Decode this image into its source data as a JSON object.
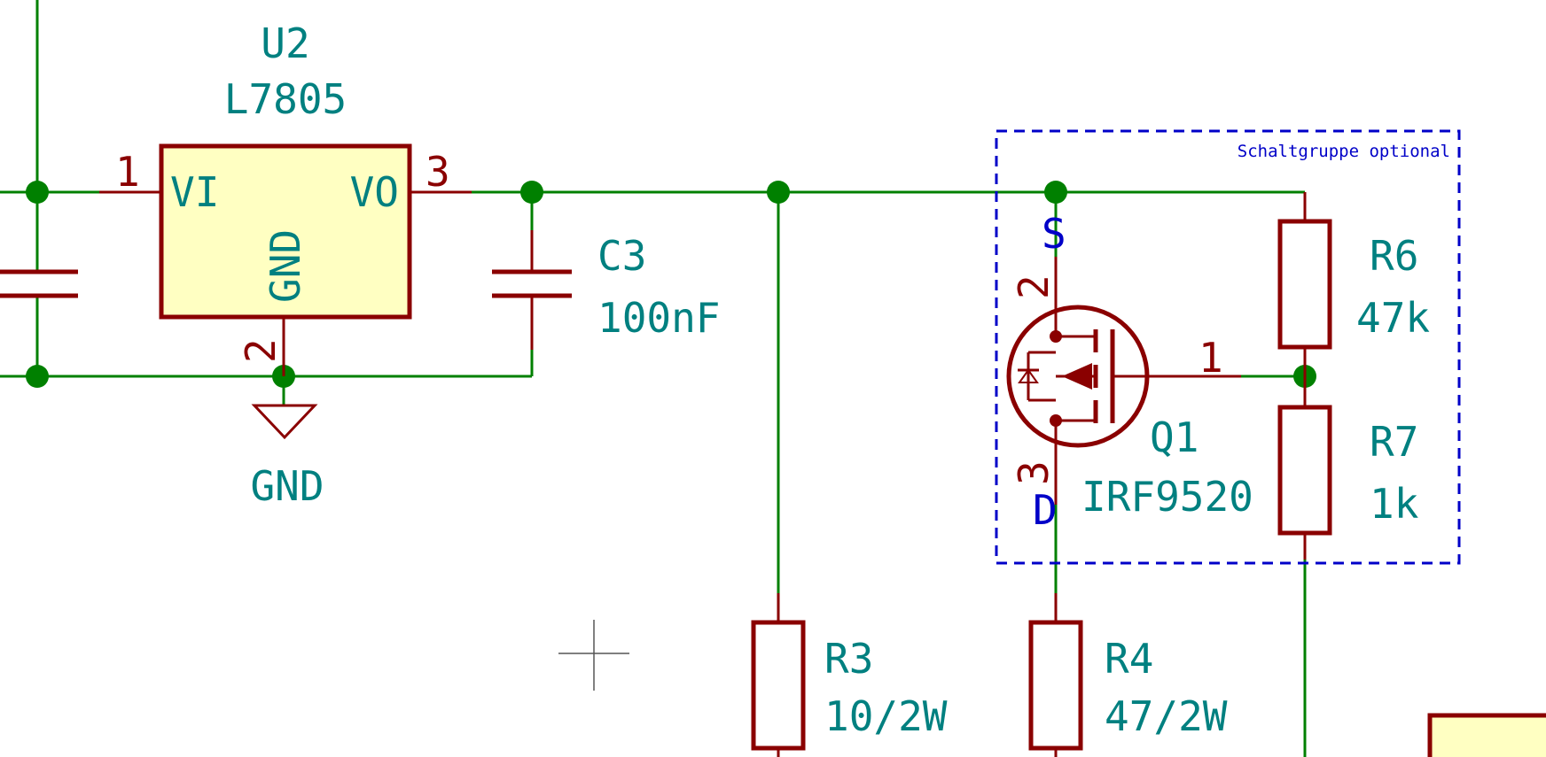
{
  "schematic": {
    "group": {
      "label": "Schaltgruppe optional"
    },
    "components": {
      "u2": {
        "ref": "U2",
        "value": "L7805",
        "pin_vi": "VI",
        "pin_vo": "VO",
        "pin_gnd": "GND",
        "pin1": "1",
        "pin2": "2",
        "pin3": "3"
      },
      "gnd": {
        "label": "GND"
      },
      "c3": {
        "ref": "C3",
        "value": "100nF"
      },
      "q1": {
        "ref": "Q1",
        "value": "IRF9520",
        "pin_s": "S",
        "pin_d": "D",
        "pin1": "1",
        "pin2": "2",
        "pin3": "3"
      },
      "r6": {
        "ref": "R6",
        "value": "47k"
      },
      "r7": {
        "ref": "R7",
        "value": "1k"
      },
      "r3": {
        "ref": "R3",
        "value": "10/2W"
      },
      "r4": {
        "ref": "R4",
        "value": "47/2W"
      }
    },
    "colors": {
      "wire": "#008000",
      "component": "#8a0000",
      "ic_fill": "#ffffc2",
      "text": "#008080",
      "annotation": "#0000c8"
    }
  }
}
